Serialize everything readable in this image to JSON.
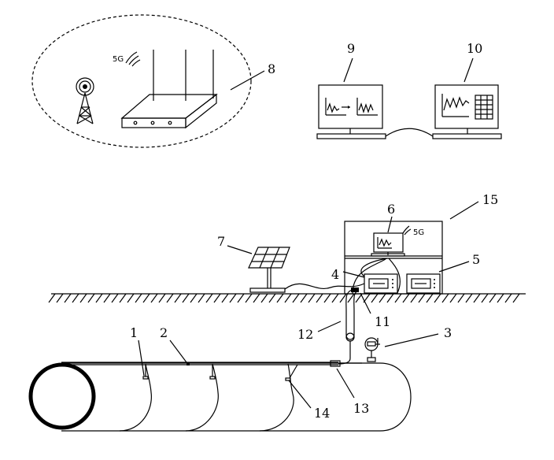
{
  "labels": {
    "l1": "1",
    "l2": "2",
    "l3": "3",
    "l4": "4",
    "l5": "5",
    "l6": "6",
    "l7": "7",
    "l8": "8",
    "l9": "9",
    "l10": "10",
    "l11": "11",
    "l12": "12",
    "l13": "13",
    "l14": "14",
    "l15": "15"
  },
  "signal_tags": {
    "router": "5G",
    "station": "5G"
  },
  "icons": [
    "cell-tower-icon",
    "wireless-router-icon",
    "monitor-icon",
    "solar-panel-icon",
    "pressure-gauge-icon"
  ]
}
